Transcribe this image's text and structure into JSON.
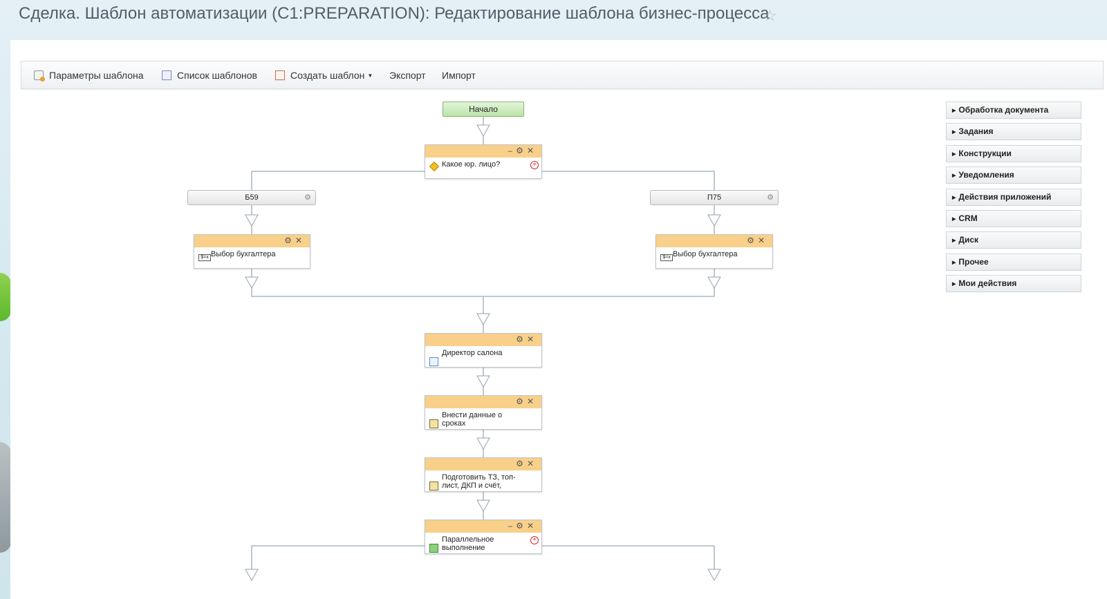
{
  "header": {
    "title": "Сделка. Шаблон автоматизации (C1:PREPARATION): Редактирование шаблона бизнес-процесса",
    "favorite_icon": "star-icon"
  },
  "toolbar": {
    "params_label": "Параметры шаблона",
    "list_label": "Список шаблонов",
    "create_label": "Создать шаблон",
    "export_label": "Экспорт",
    "import_label": "Импорт"
  },
  "workflow": {
    "start_label": "Начало",
    "condition_label": "Какое юр. лицо?",
    "branch_left_label": "Б59",
    "branch_right_label": "П75",
    "accountant_left_label": "Выбор бухгалтера",
    "accountant_right_label": "Выбор бухгалтера",
    "director_label": "Директор салона",
    "deadlines_label": "Внести данные о сроках",
    "prepare_label": "Подготовить ТЗ, топ-лист, ДКП и счёт,",
    "parallel_label": "Параллельное выполнение",
    "var_icon_text": "$=x"
  },
  "sidebar": {
    "items": [
      {
        "label": "Обработка документа"
      },
      {
        "label": "Задания"
      },
      {
        "label": "Конструкции"
      },
      {
        "label": "Уведомления"
      },
      {
        "label": "Действия приложений"
      },
      {
        "label": "CRM"
      },
      {
        "label": "Диск"
      },
      {
        "label": "Прочее"
      },
      {
        "label": "Мои действия"
      }
    ]
  },
  "colors": {
    "node_header": "#f8d08a",
    "start_node": "#bde3a9",
    "connector": "#a9b7c6"
  }
}
